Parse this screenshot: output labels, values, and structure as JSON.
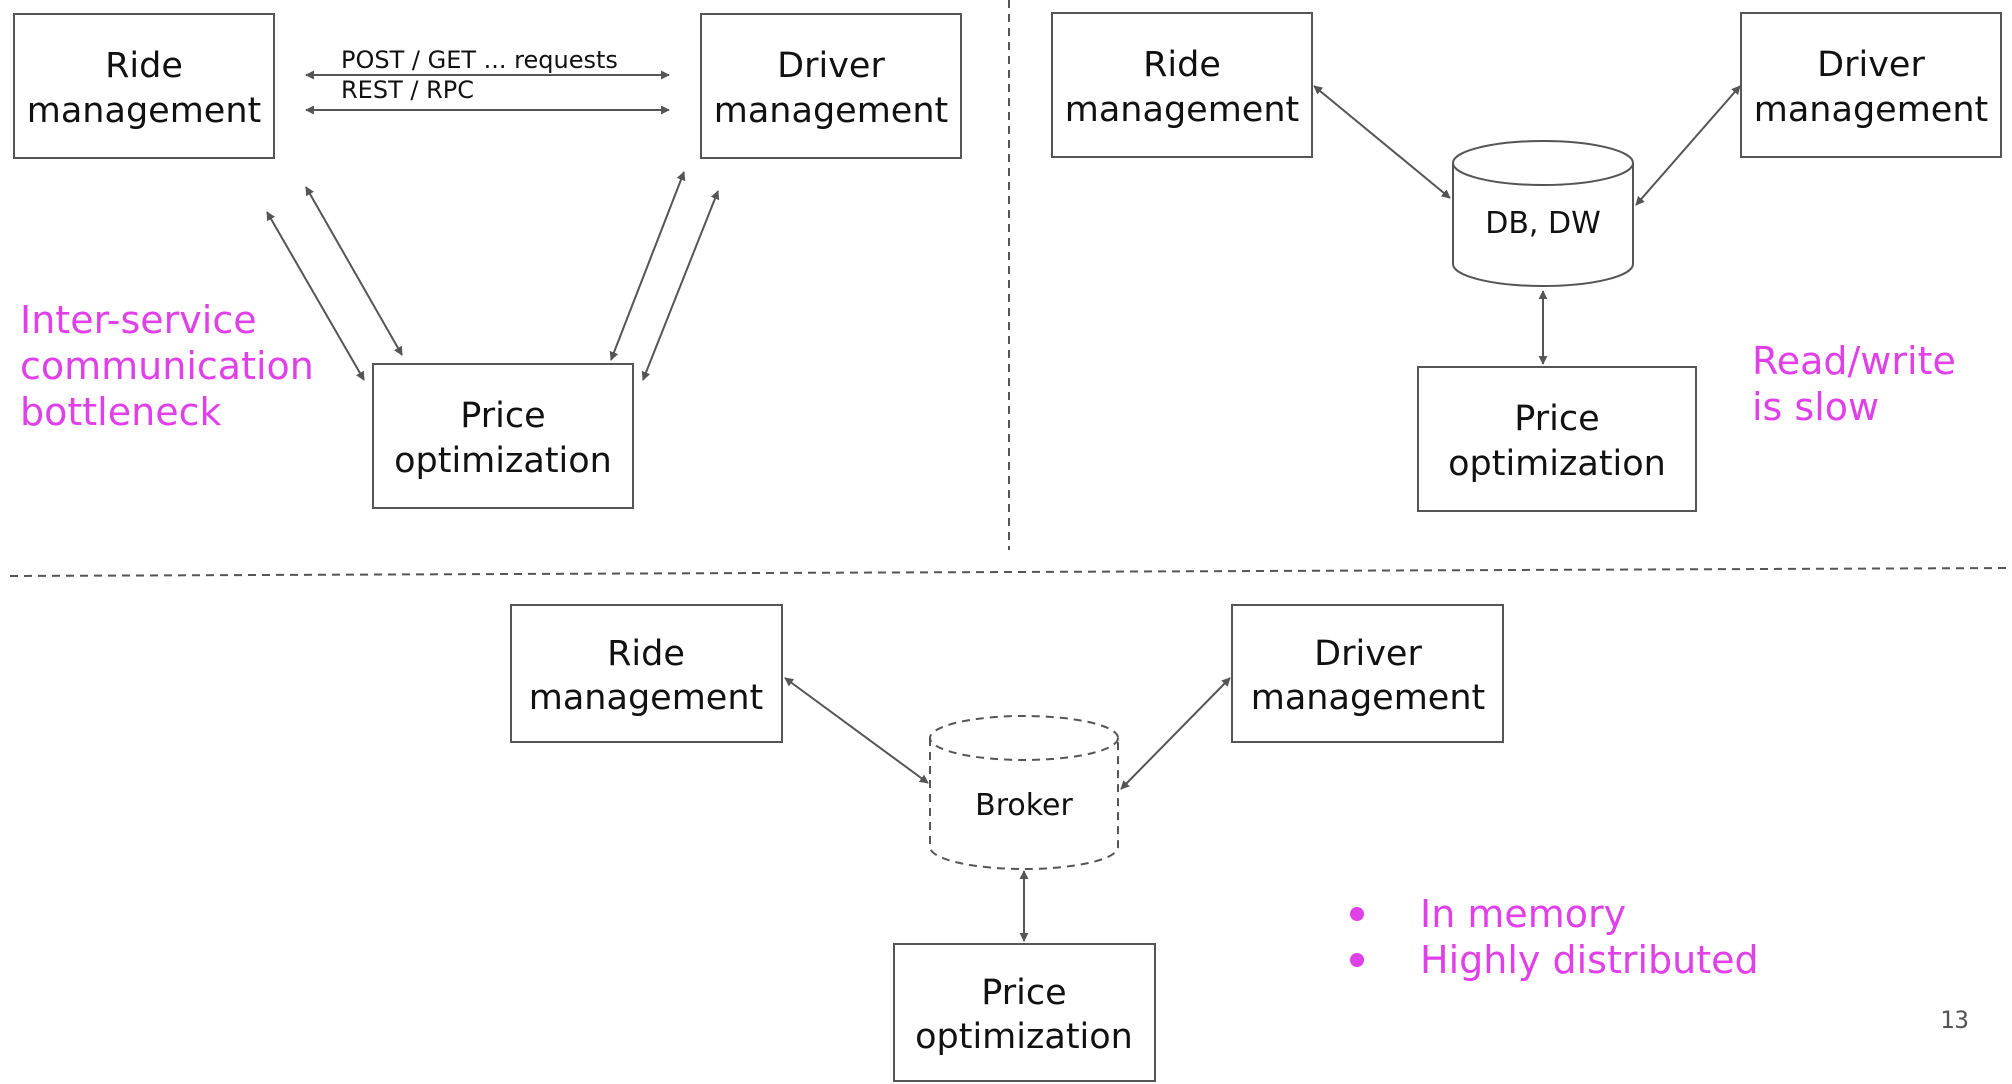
{
  "colors": {
    "annotation": "#e040e8",
    "stroke": "#555555",
    "text": "#111111"
  },
  "panels": {
    "direct": {
      "nodes": {
        "ride": [
          "Ride",
          "management"
        ],
        "driver": [
          "Driver",
          "management"
        ],
        "price": [
          "Price",
          "optimization"
        ]
      },
      "edge_labels": {
        "requests": "POST / GET ... requests",
        "protocol": "REST / RPC"
      },
      "note": [
        "Inter-service",
        "communication",
        "bottleneck"
      ]
    },
    "database": {
      "nodes": {
        "ride": [
          "Ride",
          "management"
        ],
        "driver": [
          "Driver",
          "management"
        ],
        "price": [
          "Price",
          "optimization"
        ]
      },
      "store": "DB, DW",
      "note": [
        "Read/write",
        "is slow"
      ]
    },
    "broker": {
      "nodes": {
        "ride": [
          "Ride",
          "management"
        ],
        "driver": [
          "Driver",
          "management"
        ],
        "price": [
          "Price",
          "optimization"
        ]
      },
      "store": "Broker",
      "bullets": [
        "In memory",
        "Highly distributed"
      ]
    }
  },
  "page_number": "13"
}
